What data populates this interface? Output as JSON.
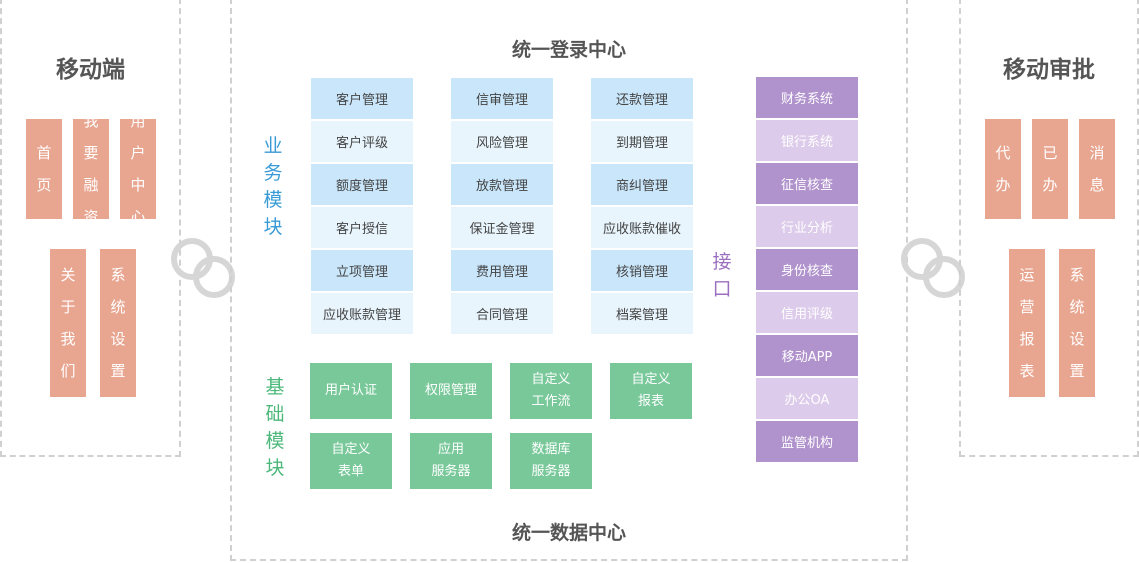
{
  "mobile": {
    "title": "移动端",
    "top_buttons": [
      "首页",
      "我要融资",
      "用户中心"
    ],
    "bottom_buttons": [
      "关于我们",
      "系统设置"
    ]
  },
  "center": {
    "top_title": "统一登录中心",
    "bottom_title": "统一数据中心",
    "business_label": "业务模块",
    "base_label": "基础模块",
    "interface_label": "接口",
    "business_columns": [
      [
        "客户管理",
        "客户评级",
        "额度管理",
        "客户授信",
        "立项管理",
        "应收账款管理"
      ],
      [
        "信审管理",
        "风险管理",
        "放款管理",
        "保证金管理",
        "费用管理",
        "合同管理"
      ],
      [
        "还款管理",
        "到期管理",
        "商纠管理",
        "应收账款催收",
        "核销管理",
        "档案管理"
      ]
    ],
    "base_row1": [
      "用户认证",
      "权限管理",
      "自定义\n工作流",
      "自定义\n报表"
    ],
    "base_row2": [
      "自定义\n表单",
      "应用\n服务器",
      "数据库\n服务器"
    ],
    "interfaces": [
      "财务系统",
      "银行系统",
      "征信核查",
      "行业分析",
      "身份核查",
      "信用评级",
      "移动APP",
      "办公OA",
      "监管机构"
    ]
  },
  "approval": {
    "title": "移动审批",
    "top_buttons": [
      "代办",
      "已办",
      "消息"
    ],
    "bottom_buttons": [
      "运营报表",
      "系统设置"
    ]
  },
  "colors": {
    "salmon": "#e8a590",
    "business_label": "#3a9bd6",
    "base_label": "#4cb97a",
    "interface_label": "#9b6fc0"
  },
  "icons": [
    "link-icon-left",
    "link-icon-right"
  ]
}
